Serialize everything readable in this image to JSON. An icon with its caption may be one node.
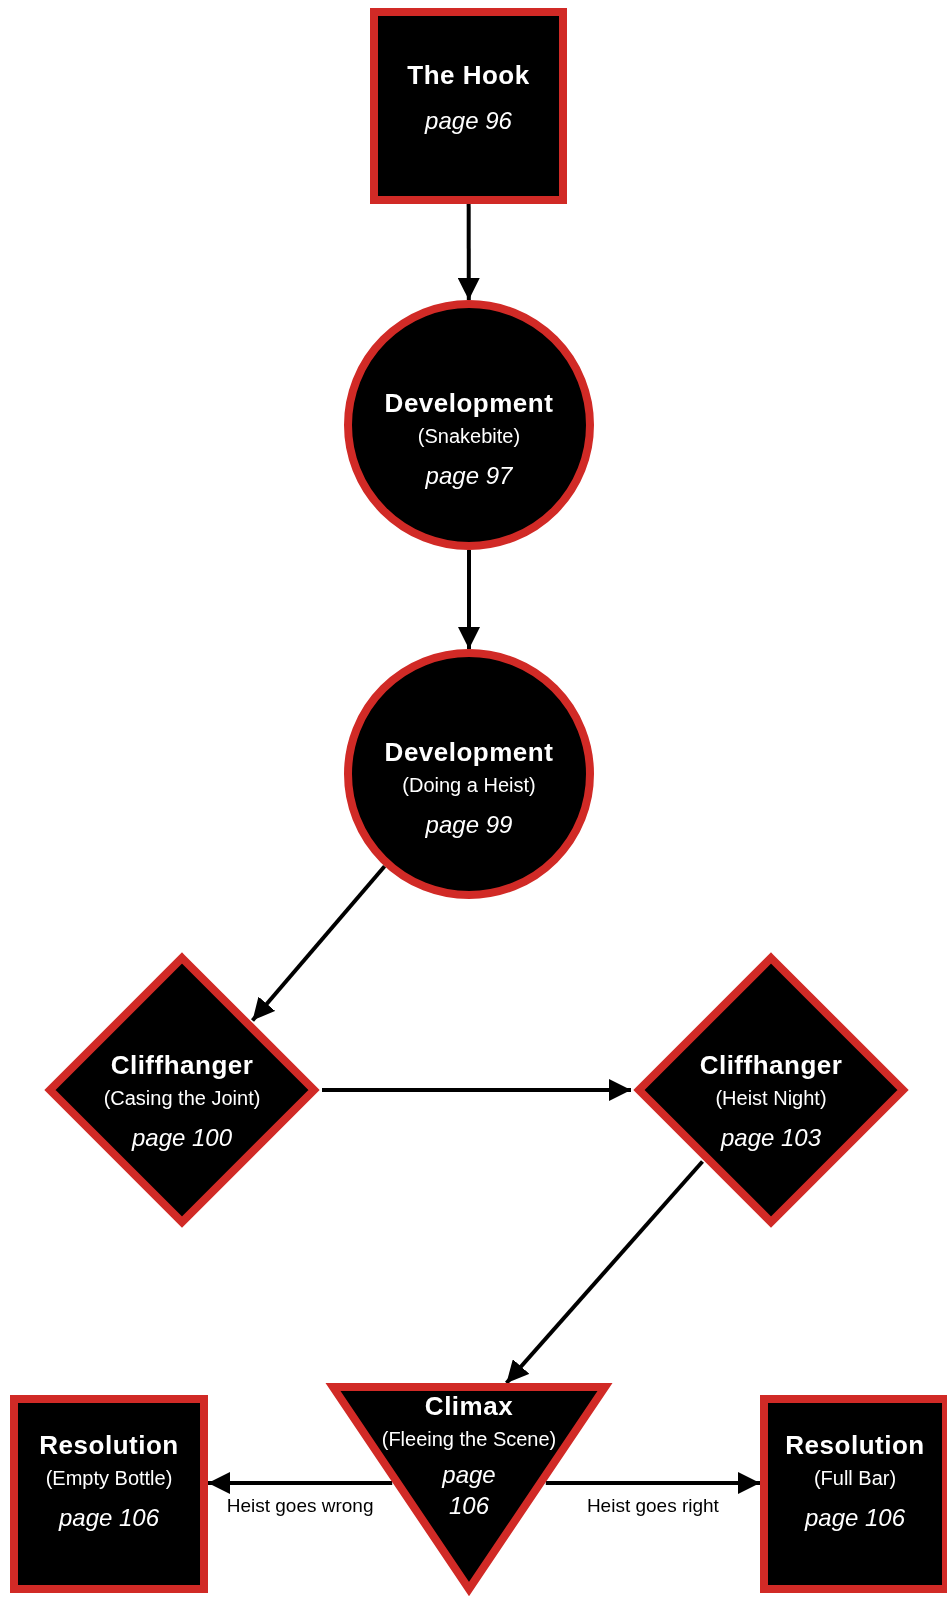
{
  "diagram": {
    "nodes": [
      {
        "text": [
          "The Hook",
          "page 96"
        ]
      },
      {
        "text": [
          "Development",
          "(Snakebite)",
          "page 97"
        ]
      },
      {
        "text": [
          "Development",
          "(Doing a Heist)",
          "page 99"
        ]
      },
      {
        "text": [
          "Cliffhanger",
          "(Casing the Joint)",
          "page 100"
        ]
      },
      {
        "text": [
          "Cliffhanger",
          "(Heist Night)",
          "page 103"
        ]
      },
      {
        "text": [
          "Climax",
          "(Fleeing the Scene)",
          "page 106"
        ]
      },
      {
        "text": [
          "Resolution",
          "(Empty Bottle)",
          "page 106"
        ]
      },
      {
        "text": [
          "Resolution",
          "(Full Bar)",
          "page 106"
        ]
      }
    ],
    "edges": [
      {
        "from": 0,
        "to": 1,
        "arrow": "to"
      },
      {
        "from": 1,
        "to": 2,
        "arrow": "to"
      },
      {
        "from": 2,
        "to": 3,
        "arrow": "to"
      },
      {
        "from": 3,
        "to": 4,
        "arrow": "to"
      },
      {
        "from": 4,
        "to": 5,
        "arrow": "to"
      },
      {
        "from": 5,
        "to": 6,
        "label": "Heist goes wrong",
        "arrow": "to"
      },
      {
        "from": 5,
        "to": 7,
        "label": "Heist goes right",
        "arrow": "to"
      }
    ]
  }
}
